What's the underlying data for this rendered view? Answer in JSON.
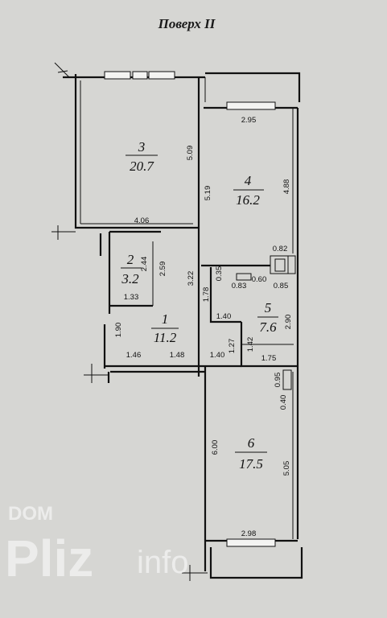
{
  "title": "Поверх II",
  "rooms": [
    {
      "number": "3",
      "area": "20.7"
    },
    {
      "number": "4",
      "area": "16.2"
    },
    {
      "number": "2",
      "area": "3.2"
    },
    {
      "number": "1",
      "area": "11.2"
    },
    {
      "number": "5",
      "area": "7.6"
    },
    {
      "number": "6",
      "area": "17.5"
    }
  ],
  "dimensions": [
    "2.95",
    "5.09",
    "5.19",
    "4.88",
    "4.06",
    "0.82",
    "2.44",
    "2.59",
    "3.22",
    "0.35",
    "0.60",
    "0.83",
    "0.85",
    "1.78",
    "1.40",
    "1.33",
    "1.90",
    "1.27",
    "1.42",
    "2.90",
    "1.75",
    "1.46",
    "1.48",
    "1.40",
    "0.95",
    "0.40",
    "6.00",
    "5.05",
    "2.98"
  ],
  "watermark": {
    "line1": "DOM",
    "line2": "Pliz",
    "line3": "info"
  }
}
